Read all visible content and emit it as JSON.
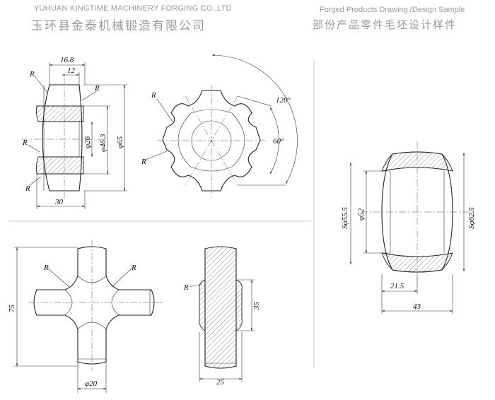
{
  "header": {
    "company_en": "YUHUAN KINGTIME MACHINERY FORGING CO.,LTD",
    "company_zh": "玉环县金泰机械锻造有限公司",
    "title_en": "Forged Products Drawing /Design Sample",
    "title_zh": "部份产品零件毛坯设计样件"
  },
  "drawings": {
    "ring_section": {
      "dim_top_outer": "16.8",
      "dim_top_inner": "12",
      "dim_bore": "φ26",
      "dim_mid": "φ46.3",
      "dim_outer": "φ65",
      "dim_width": "30",
      "radius_label": "R"
    },
    "star": {
      "angle_large": "120°",
      "angle_small": "60°",
      "radius_label": "R"
    },
    "barrel": {
      "dim_inner": "φ52",
      "dim_sphere_small": "Sφ55.5",
      "dim_sphere_large": "Sφ62.5",
      "dim_half_width": "21.5",
      "dim_width": "43"
    },
    "cross": {
      "dim_height": "75",
      "dim_arm": "φ20",
      "radius_label": "R"
    },
    "cross_section": {
      "dim_height": "35",
      "dim_width": "25",
      "radius_label": "R"
    }
  }
}
